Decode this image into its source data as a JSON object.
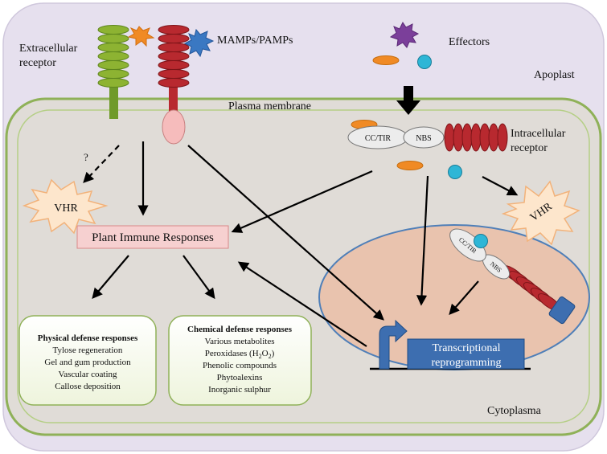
{
  "labels": {
    "extracellular_receptor_line1": "Extracellular",
    "extracellular_receptor_line2": "receptor",
    "mamps": "MAMPs/PAMPs",
    "effectors": "Effectors",
    "apoplast": "Apoplast",
    "plasma_membrane": "Plasma membrane",
    "intracellular_line1": "Intracellular",
    "intracellular_line2": "receptor",
    "cc_tir": "CC/TIR",
    "nbs": "NBS",
    "question": "?",
    "vhr": "VHR",
    "plant_immune": "Plant Immune Responses",
    "transcriptional_line1": "Transcriptional",
    "transcriptional_line2": "reprogramming",
    "cytoplasma": "Cytoplasma"
  },
  "physical": {
    "title": "Physical defense responses",
    "items": [
      "Tylose regeneration",
      "Gel and gum production",
      "Vascular coating",
      "Callose deposition"
    ]
  },
  "chemical": {
    "title": "Chemical defense responses",
    "items": [
      "Various metabolites",
      "Phenolic compounds",
      "Phytoalexins",
      "Inorganic sulphur"
    ],
    "peroxidases_prefix": "Peroxidases (H",
    "peroxidases_sub1": "2",
    "peroxidases_mid": "O",
    "peroxidases_sub2": "2",
    "peroxidases_suffix": ")"
  },
  "colors": {
    "apoplast_bg": "#e6e0ee",
    "cell_bg": "#e0dcd7",
    "membrane": "#8fb158",
    "green_receptor": "#8db332",
    "red_receptor": "#b8292f",
    "orange_star": "#f08a24",
    "blue_star": "#3a78c2",
    "purple_star": "#7b3f9a",
    "nucleus": "#e9c3ae",
    "nucleus_border": "#4f7fb8",
    "immune_box": "#f6d0d0",
    "immune_border": "#d98888",
    "vhr_fill": "#fde6cc",
    "vhr_stroke": "#f2b27a",
    "transcription_box": "#3d6eb0"
  }
}
